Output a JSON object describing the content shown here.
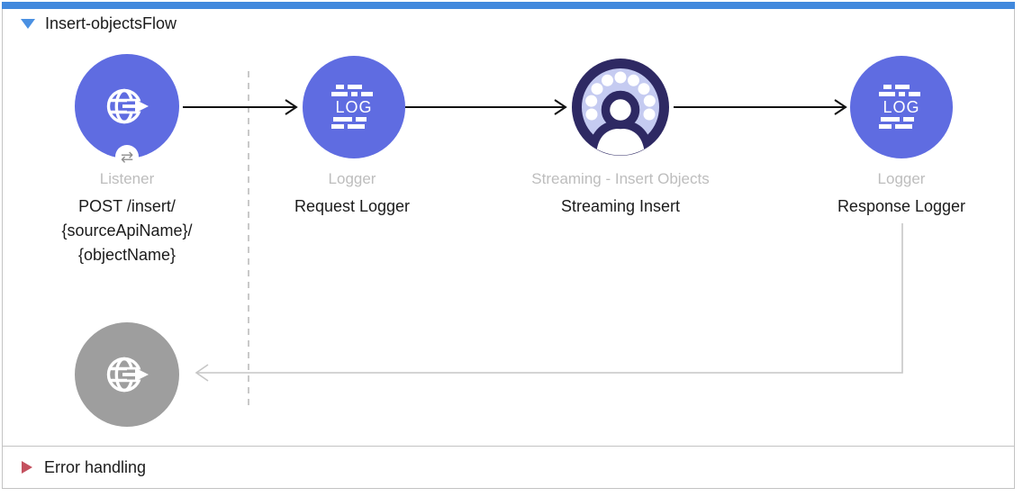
{
  "colors": {
    "accent_bar": "#4189dd",
    "title_triangle": "#4a90e2",
    "error_triangle": "#c4515f",
    "node_blue": "#5f6ce1",
    "node_gray": "#9e9e9e",
    "streaming_navy": "#2e2963",
    "streaming_lavender": "#c5cbf1",
    "label_gray": "#bdbdbd",
    "text_black": "#1b1b1b",
    "border_gray": "#c3c3c3",
    "connector_black": "#111111",
    "connector_gray": "#c6c6c6",
    "badge_gray": "#8e8e8e"
  },
  "flow": {
    "title": "Insert-objectsFlow",
    "error_label": "Error handling"
  },
  "nodes": {
    "listener": {
      "type": "Listener",
      "name_lines": [
        "POST /insert/",
        "{sourceApiName}/",
        "{objectName}"
      ]
    },
    "request_logger": {
      "type": "Logger",
      "name": "Request Logger"
    },
    "streaming": {
      "type": "Streaming - Insert Objects",
      "name": "Streaming Insert"
    },
    "response_logger": {
      "type": "Logger",
      "name": "Response Logger"
    }
  },
  "icons": {
    "log_text": "LOG",
    "listener_badge": "⇄"
  }
}
